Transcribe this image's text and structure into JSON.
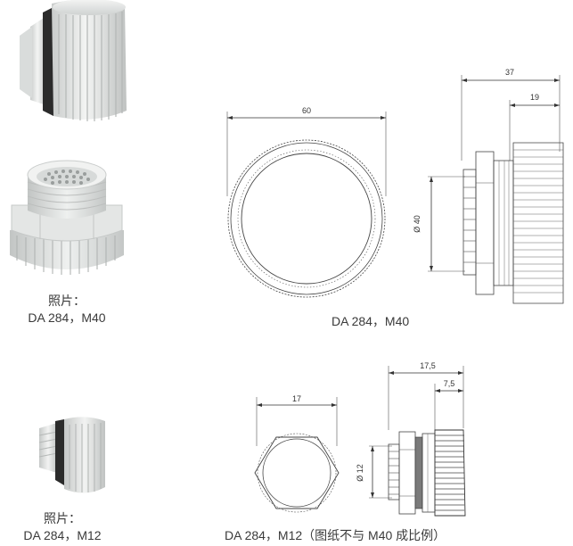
{
  "photo_top": {
    "title": "照片：",
    "model": "DA 284，M40"
  },
  "photo_bottom": {
    "title": "照片：",
    "model": "DA 284，M12"
  },
  "drawing_m40": {
    "caption": "DA 284，M40",
    "dim_front_width": "60",
    "dim_side_total": "37",
    "dim_side_cap": "19",
    "dim_diameter": "Ø 40"
  },
  "drawing_m12": {
    "caption": "DA 284，M12（图纸不与 M40 成比例）",
    "dim_front_width": "17",
    "dim_side_total": "17,5",
    "dim_side_cap": "7,5",
    "dim_diameter": "Ø 12"
  },
  "colors": {
    "plastic": "#e6e7e6",
    "plastic_shadow": "#bfc2c1",
    "seal": "#2b2b2b",
    "line": "#3a3a3a"
  }
}
